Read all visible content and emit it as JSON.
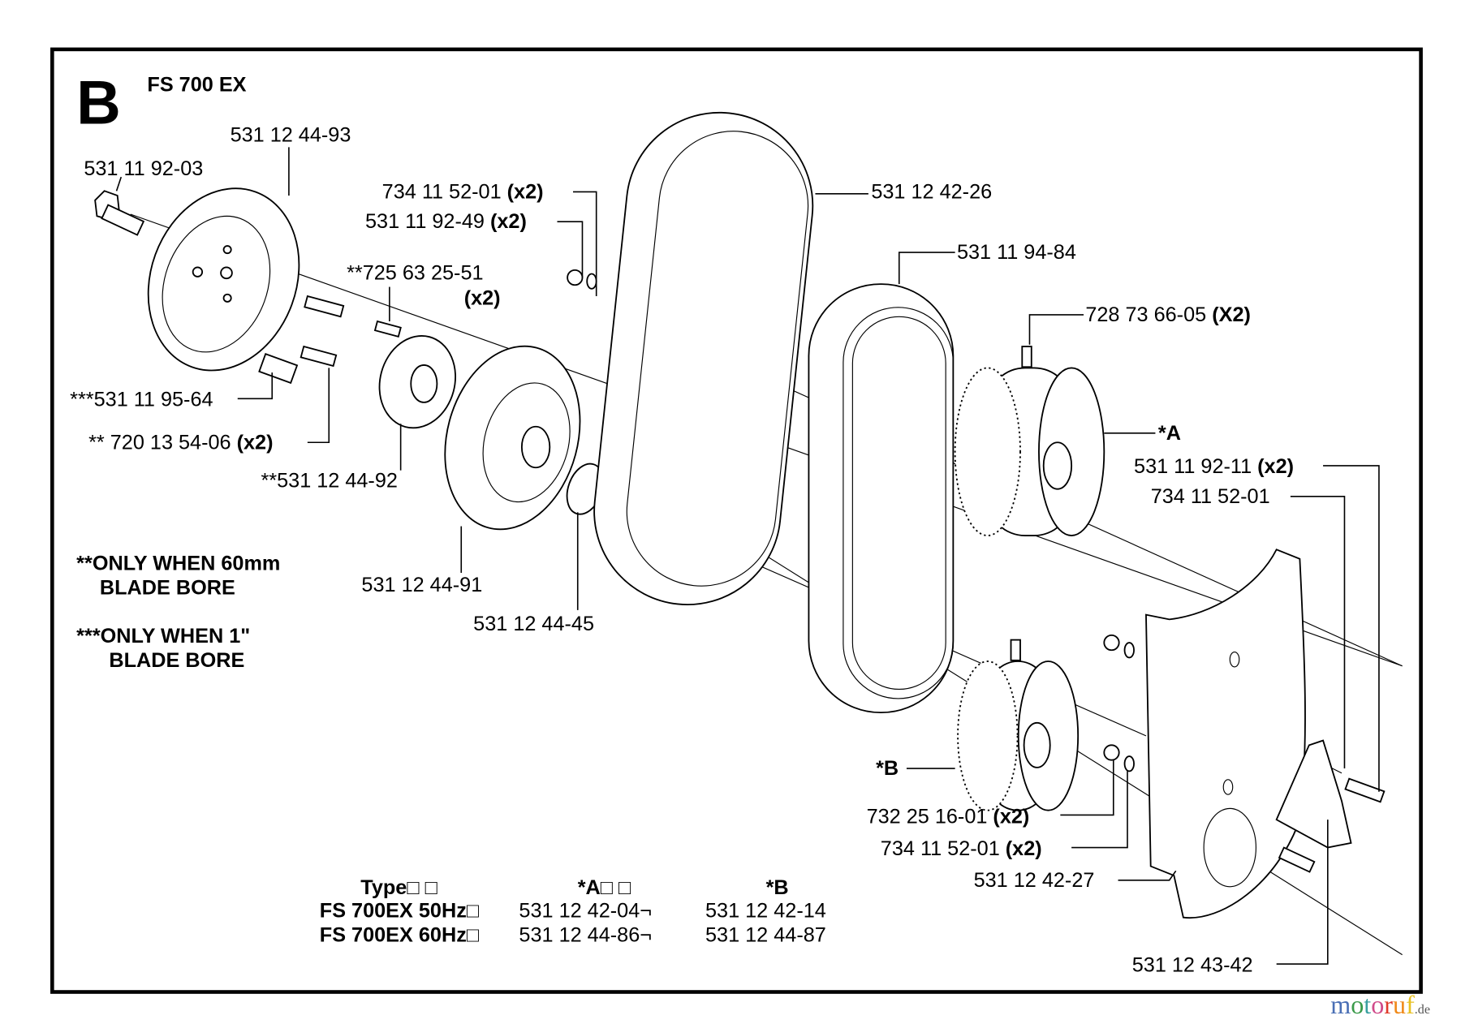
{
  "diagram": {
    "section_letter": "B",
    "model": "FS 700 EX",
    "labels": {
      "p1": "531 12 44-93",
      "p2": "531 11 92-03",
      "p3": "734 11 52-01",
      "p3x": "(x2)",
      "p4": "531 11 92-49",
      "p4x": "(x2)",
      "p5": "**725 63 25-51",
      "p5x": "(x2)",
      "p6": "531 12 42-26",
      "p7": "531 11 94-84",
      "p8": "728 73 66-05",
      "p8x": "(X2)",
      "p9": "*A",
      "p10": "531 11 92-11",
      "p10x": "(x2)",
      "p11": "734 11 52-01",
      "p12": "***531 11 95-64",
      "p13": "** 720 13 54-06",
      "p13x": "(x2)",
      "p14": "**531 12 44-92",
      "p15": "531 12 44-91",
      "p16": "531 12 44-45",
      "p17": "*B",
      "p18": "732 25 16-01",
      "p18x": "(x2)",
      "p19": "734 11 52-01",
      "p19x": "(x2)",
      "p20": "531 12 42-27",
      "p21": "531 12 43-42"
    },
    "notes": {
      "n1_line1": "**ONLY WHEN 60mm",
      "n1_line2": "BLADE  BORE",
      "n2_line1": "***ONLY WHEN 1\"",
      "n2_line2": "BLADE BORE"
    },
    "table": {
      "header": [
        "Type□   □",
        "*A□  □",
        "*B"
      ],
      "rows": [
        [
          "FS 700EX 50Hz□",
          "531 12 42-04¬",
          "531 12 42-14"
        ],
        [
          "FS 700EX 60Hz□",
          "531 12 44-86¬",
          "531 12 44-87"
        ]
      ]
    },
    "watermark": "motoruf.de"
  }
}
